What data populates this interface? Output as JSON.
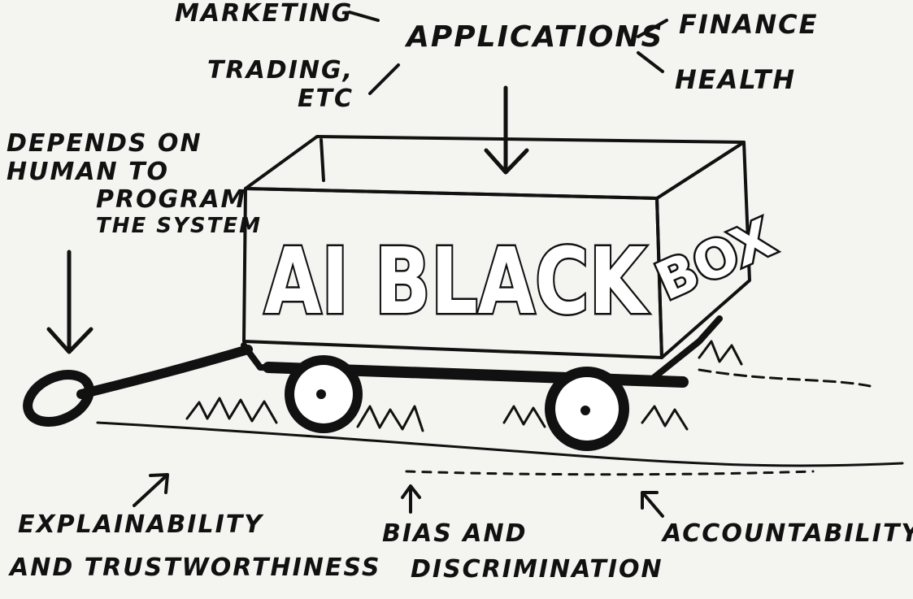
{
  "labels": {
    "marketing": "MARKETING",
    "applications": "APPLICATIONS",
    "finance": "FINANCE",
    "health": "HEALTH",
    "trading_line1": "TRADING,",
    "trading_line2": "ETC",
    "depends_line1": "DEPENDS ON",
    "depends_line2": "HUMAN TO",
    "depends_line3": "PROGRAM",
    "depends_line4": "THE SYSTEM",
    "explain_line1": "EXPLAINABILITY",
    "explain_line2": "AND TRUSTWORTHINESS",
    "bias_line1": "BIAS AND",
    "bias_line2": "DISCRIMINATION",
    "accountability": "ACCOUNTABILITY"
  },
  "box": {
    "front_text": "AI BLACK",
    "side_text": "BOX"
  },
  "colors": {
    "ink": "#111111",
    "paper": "#f4f4f1"
  }
}
